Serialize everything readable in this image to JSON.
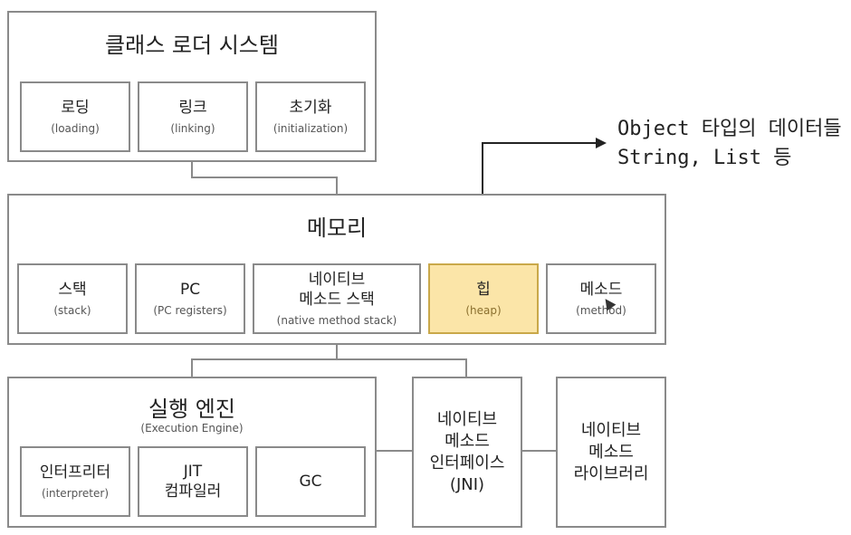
{
  "class_loader": {
    "title": "클래스 로더 시스템",
    "items": [
      {
        "label": "로딩",
        "sub": "(loading)"
      },
      {
        "label": "링크",
        "sub": "(linking)"
      },
      {
        "label": "초기화",
        "sub": "(initialization)"
      }
    ]
  },
  "memory": {
    "title": "메모리",
    "items": [
      {
        "label": "스택",
        "sub": "(stack)"
      },
      {
        "label": "PC",
        "sub": "(PC registers)"
      },
      {
        "label": "네이티브\n메소드 스택",
        "sub": "(native method stack)"
      },
      {
        "label": "힙",
        "sub": "(heap)"
      },
      {
        "label": "메소드",
        "sub": "(method)"
      }
    ]
  },
  "execution_engine": {
    "title": "실행 엔진",
    "subtitle": "(Execution Engine)",
    "items": [
      {
        "label": "인터프리터",
        "sub": "(interpreter)"
      },
      {
        "label": "JIT\n컴파일러",
        "sub": ""
      },
      {
        "label": "GC",
        "sub": ""
      }
    ]
  },
  "jni": {
    "label": "네이티브\n메소드\n인터페이스\n(JNI)"
  },
  "native_lib": {
    "label": "네이티브\n메소드\n라이브러리"
  },
  "annotation": {
    "line1": "Object 타입의 데이터들",
    "line2": "String, List 등"
  },
  "colors": {
    "border": "#8a8a8a",
    "heap_fill": "#fbe5a8",
    "line": "#333333"
  }
}
